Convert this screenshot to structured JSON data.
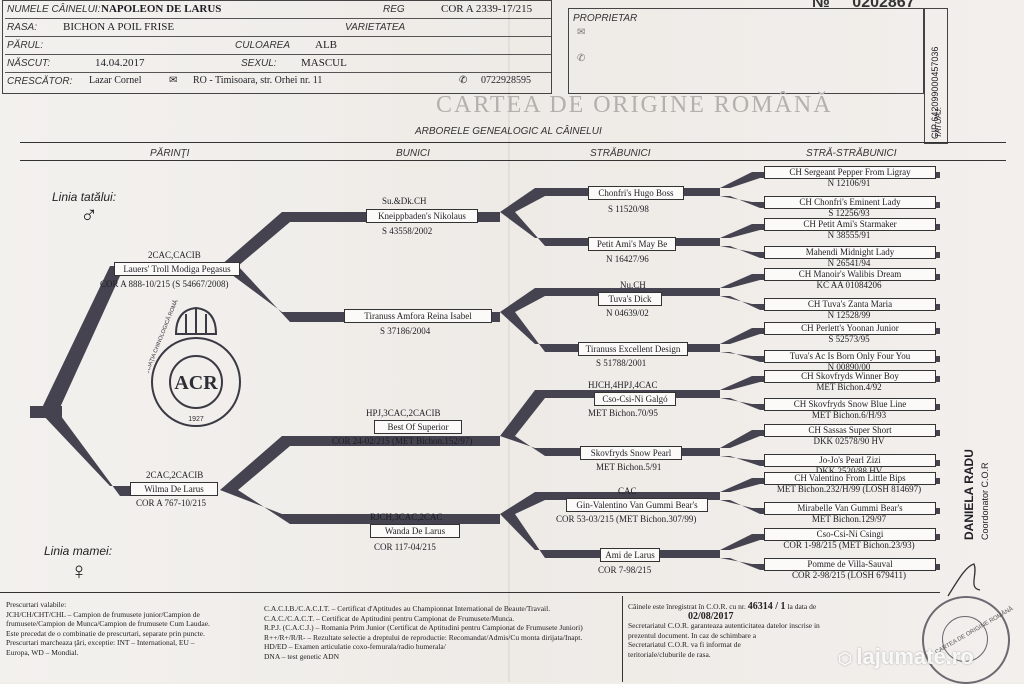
{
  "header": {
    "name_label": "NUMELE CÂINELUI:",
    "name_value": "NAPOLEON DE LARUS",
    "reg_label": "REG",
    "reg_value": "COR A 2339-17/215",
    "breed_label": "RASA:",
    "breed_value": "BICHON A POIL FRISE",
    "variety_label": "VARIETATEA",
    "hair_label": "PĂRUL:",
    "color_label": "CULOAREA",
    "color_value": "ALB",
    "born_label": "NĂSCUT:",
    "born_value": "14.04.2017",
    "sex_label": "SEXUL:",
    "sex_value": "MASCUL",
    "breeder_label": "CRESCĂTOR:",
    "breeder_value": "Lazar Cornel",
    "breeder_address": "RO - Timisoara, str. Orhei nr. 11",
    "breeder_phone": "0722928595",
    "owner_label": "PROPRIETAR",
    "number_prefix": "№",
    "number_value": "0202867",
    "tattoo_label": "TATUAJ:",
    "chip_value": "CIP 642099000457036"
  },
  "title": "CARTEA DE ORIGINE ROMÂNĂ",
  "subtitle": "ARBORELE GENEALOGIC AL CÂINELUI",
  "columns": {
    "parents": "PĂRINŢI",
    "grandparents": "BUNICI",
    "great": "STRĂBUNICI",
    "great_great": "STRĂ-STRĂBUNICI"
  },
  "father_line": "Linia tatălui:",
  "mother_line": "Linia mamei:",
  "male_symbol": "♂",
  "female_symbol": "♀",
  "emblem": {
    "letters": "ACR",
    "year": "1927",
    "ring": "ASOCIAŢIA CHINOLOGICĂ ROMÂNĂ"
  },
  "parents": {
    "sire": {
      "title": "2CAC,CACIB",
      "name": "Lauers' Troll Modiga Pegasus",
      "reg": "COR A 888-10/215 (S 54667/2008)"
    },
    "dam": {
      "title": "2CAC,2CACIB",
      "name": "Wilma De Larus",
      "reg": "COR A 767-10/215"
    }
  },
  "grandparents": [
    {
      "title": "Su.&Dk.CH",
      "name": "Kneippbaden's Nikolaus",
      "reg": "S 43558/2002"
    },
    {
      "title": "",
      "name": "Tiranuss Amfora Reina Isabel",
      "reg": "S 37186/2004"
    },
    {
      "title": "HPJ,3CAC,2CACIB",
      "name": "Best Of Superior",
      "reg": "COR 24-02/215 (MET Bichon.152/97)"
    },
    {
      "title": "RJCH,3CAC,2CAC",
      "name": "Wanda De Larus",
      "reg": "COR 117-04/215"
    }
  ],
  "great_grandparents": [
    {
      "title": "",
      "name": "Chonfri's Hugo Boss",
      "reg": "S 11520/98"
    },
    {
      "title": "",
      "name": "Petit Ami's May Be",
      "reg": "N 16427/96"
    },
    {
      "title": "Nu.CH",
      "name": "Tuva's Dick",
      "reg": "N 04639/02"
    },
    {
      "title": "",
      "name": "Tiranuss Excellent Design",
      "reg": "S 51788/2001"
    },
    {
      "title": "HJCH,4HPJ,4CAC",
      "name": "Cso-Csi-Ni Galgó",
      "reg": "MET Bichon.70/95"
    },
    {
      "title": "",
      "name": "Skovfryds Snow Pearl",
      "reg": "MET Bichon.5/91"
    },
    {
      "title": "CAC",
      "name": "Gin-Valentino Van Gummi Bear's",
      "reg": "COR 53-03/215 (MET Bichon.307/99)"
    },
    {
      "title": "",
      "name": "Ami de Larus",
      "reg": "COR 7-98/215"
    }
  ],
  "great_great": [
    {
      "name": "CH Sergeant Pepper From Ligray",
      "reg": "N 12106/91"
    },
    {
      "name": "CH Chonfri's Eminent Lady",
      "reg": "S 12256/93"
    },
    {
      "name": "CH Petit Ami's Starmaker",
      "reg": "N 38555/91"
    },
    {
      "name": "Mahendi Midnight Lady",
      "reg": "N 26541/94"
    },
    {
      "name": "CH Manoir's Walibis Dream",
      "reg": "KC AA 01084206"
    },
    {
      "name": "CH Tuva's Zanta Maria",
      "reg": "N 12528/99"
    },
    {
      "name": "CH Perlett's Yoonan Junior",
      "reg": "S 52573/95"
    },
    {
      "name": "Tuva's Ac Is Born Only Four You",
      "reg": "N 00890/00"
    },
    {
      "name": "CH Skovfryds Winner Boy",
      "reg": "MET Bichon.4/92"
    },
    {
      "name": "CH Skovfryds Snow Blue Line",
      "reg": "MET Bichon.6/H/93"
    },
    {
      "name": "CH Sassas Super Short",
      "reg": "DKK 02578/90 HV"
    },
    {
      "name": "Jo-Jo's Pearl Zizi",
      "reg": "DKK 2520/88 HV"
    },
    {
      "name": "CH Valentino From Little Bips",
      "reg": "MET Bichon.232/H/99 (LOSH 814697)"
    },
    {
      "name": "Mirabelle Van Gummi Bear's",
      "reg": "MET Bichon.129/97"
    },
    {
      "name": "Cso-Csi-Ni Csingi",
      "reg": "COR 1-98/215 (MET Bichon.23/93)"
    },
    {
      "name": "Pomme de Villa-Sauval",
      "reg": "COR 2-98/215 (LOSH 679411)"
    }
  ],
  "footer": {
    "left_title": "Prescurtari valabile:",
    "left_lines": [
      "JCH/CH/CHT/CHL – Campion de frumusete junior/Campion de",
      "frumusete/Campion de Munca/Campion de frumusete Cum Laudae.",
      "Este precedat de o combinatie de prescurtari, separate prin puncte.",
      "Prescurtari marcheaza ţări, exceptie: INT – International, EU –",
      "Europa, WD – Mondial."
    ],
    "mid_lines": [
      "C.A.C.I.B./C.A.C.I.T. – Certificat d'Aptitudes au Championnat International de Beaute/Travail.",
      "C.A.C./C.A.C.T. – Certificat de Aptitudini pentru Campionat de Frumusete/Munca.",
      "R.P.J. (C.A.C.J.) – Romania Prim Junior (Certificat de Aptitudini pentru Campionat de Frumusete Juniori)",
      "R++/R+/R/R- – Rezultate selectie a dreptului de reproductie: Recomandat/Admis/Cu monta dirijata/Inapt.",
      "HD/ED – Examen articulatie coxo-femurala/radio humerala/",
      "DNA – test genetic ADN"
    ],
    "reg_text": "Câinele este înregistrat în C.O.R. cu nr.",
    "reg_no": "46314 / 1",
    "reg_date_label": "la data de",
    "reg_date": "02/08/2017",
    "right_lines": [
      "Secretariatul C.O.R. garanteaza autenticitatea datelor inscrise in",
      "prezentul document. In caz de schimbare a",
      "Secretariatul C.O.R. va fi informat de",
      "teritoriale/cluburile de rasa."
    ]
  },
  "signature": {
    "name": "DANIELA RADU",
    "role": "Coordonator C.O.R"
  },
  "stamp_text": "CARTEA DE ORIGINE ROMÂNĂ",
  "watermark": "lajumate.ro"
}
